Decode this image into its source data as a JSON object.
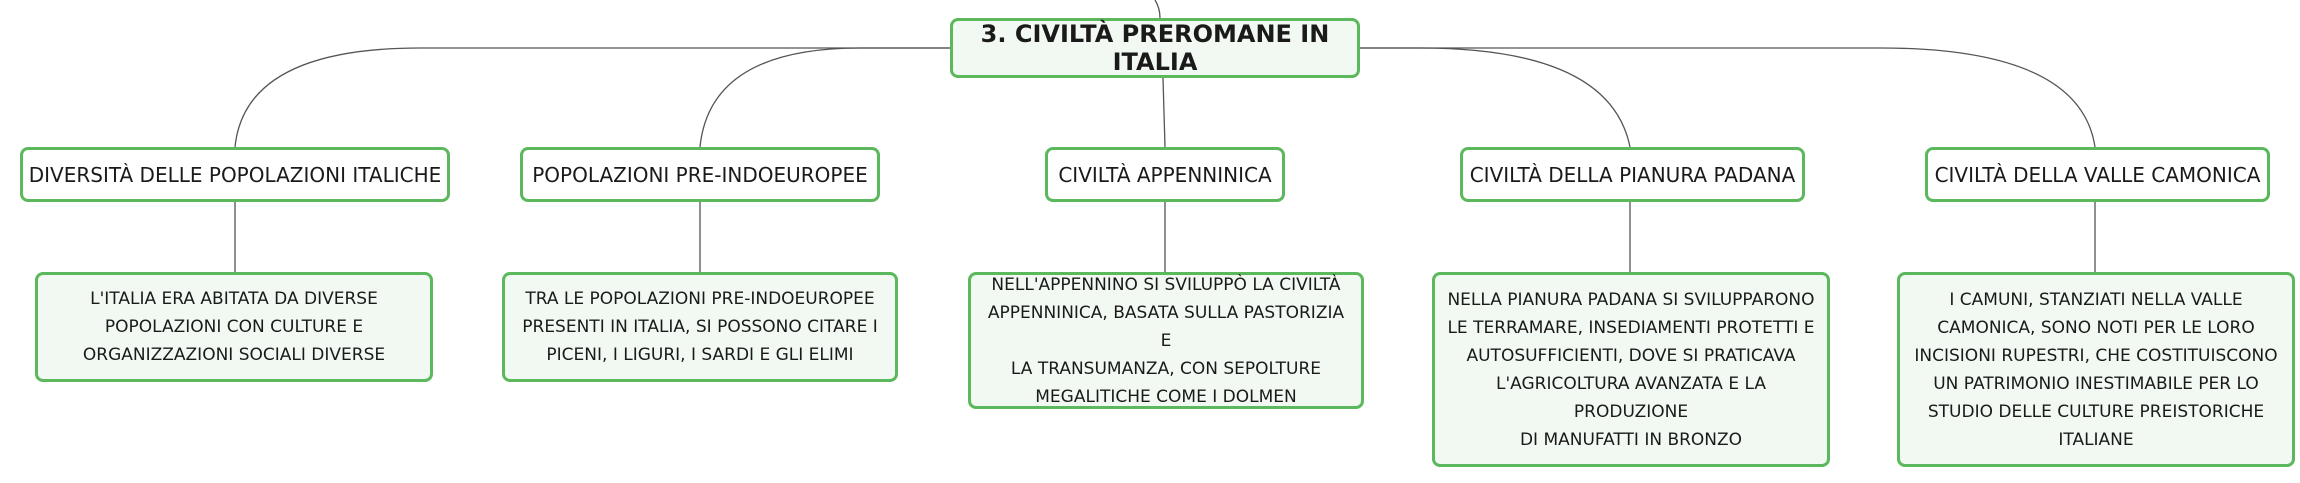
{
  "root": {
    "title": "3. CIVILTÀ PREROMANE IN ITALIA"
  },
  "branches": [
    {
      "title": "DIVERSITÀ DELLE POPOLAZIONI ITALICHE",
      "detail": [
        "L'ITALIA ERA ABITATA DA DIVERSE",
        "POPOLAZIONI CON CULTURE E",
        "ORGANIZZAZIONI SOCIALI DIVERSE"
      ]
    },
    {
      "title": "POPOLAZIONI PRE-INDOEUROPEE",
      "detail": [
        "TRA LE POPOLAZIONI PRE-INDOEUROPEE",
        "PRESENTI IN ITALIA, SI POSSONO CITARE I",
        "PICENI, I LIGURI, I SARDI E GLI ELIMI"
      ]
    },
    {
      "title": "CIVILTÀ APPENNINICA",
      "detail": [
        "NELL'APPENNINO SI SVILUPPÒ LA CIVILTÀ",
        "APPENNINICA, BASATA SULLA PASTORIZIA E",
        "LA TRANSUMANZA, CON SEPOLTURE",
        "MEGALITICHE COME I DOLMEN"
      ]
    },
    {
      "title": "CIVILTÀ DELLA PIANURA PADANA",
      "detail": [
        "NELLA PIANURA PADANA SI SVILUPPARONO",
        "LE TERRAMARE, INSEDIAMENTI PROTETTI E",
        "AUTOSUFFICIENTI, DOVE SI PRATICAVA",
        "L'AGRICOLTURA AVANZATA E LA PRODUZIONE",
        "DI MANUFATTI IN BRONZO"
      ]
    },
    {
      "title": "CIVILTÀ DELLA VALLE CAMONICA",
      "detail": [
        "I CAMUNI, STANZIATI NELLA VALLE",
        "CAMONICA, SONO NOTI PER LE LORO",
        "INCISIONI RUPESTRI, CHE COSTITUISCONO",
        "UN PATRIMONIO INESTIMABILE PER LO",
        "STUDIO DELLE CULTURE PREISTORICHE",
        "ITALIANE"
      ]
    }
  ]
}
